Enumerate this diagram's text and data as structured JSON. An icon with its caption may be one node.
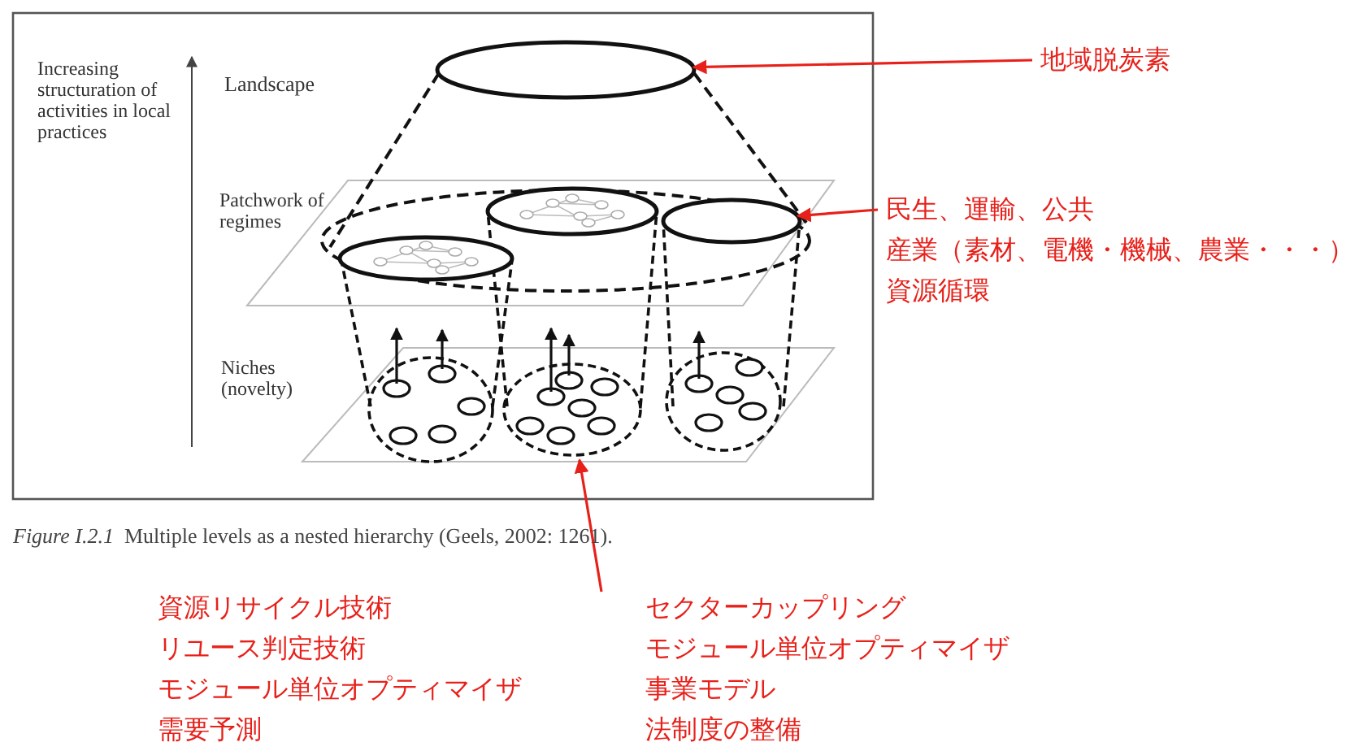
{
  "diagram": {
    "caption": "*Figure I.2.1*  Multiple levels as a nested hierarchy (Geels, 2002: 1261).",
    "nodes": [
      {
        "text": [],
        "shape": "ellipse"
      },
      {
        "text": [
          "地域脱炭素"
        ]
      },
      {
        "text": [],
        "shape": "ellipse"
      },
      {
        "text": [
          "民生、運輸、公共",
          "産業（素材、電機・機械、農業・・・）",
          "資源循環"
        ]
      },
      {
        "text": [],
        "shape": "ellipse"
      },
      {
        "text": [
          "資源リサイクル技術",
          "リユース判定技術",
          "モジュール単位オプティマイザ",
          "需要予測",
          "セクターカップリング",
          "モジュール単位オプティマイザ",
          "事業モデル",
          "法制度の整備"
        ]
      }
    ],
    "edges": [
      {
        "from": 1,
        "to": 0,
        "arrow": "to"
      },
      {
        "from": 3,
        "to": 2,
        "arrow": "to"
      },
      {
        "from": 5,
        "to": 4,
        "arrow": "to"
      }
    ],
    "labels": [
      "Increasing structuration of activities in local practices",
      "Landscape",
      "Patchwork of regimes",
      "Niches (novelty)"
    ]
  }
}
